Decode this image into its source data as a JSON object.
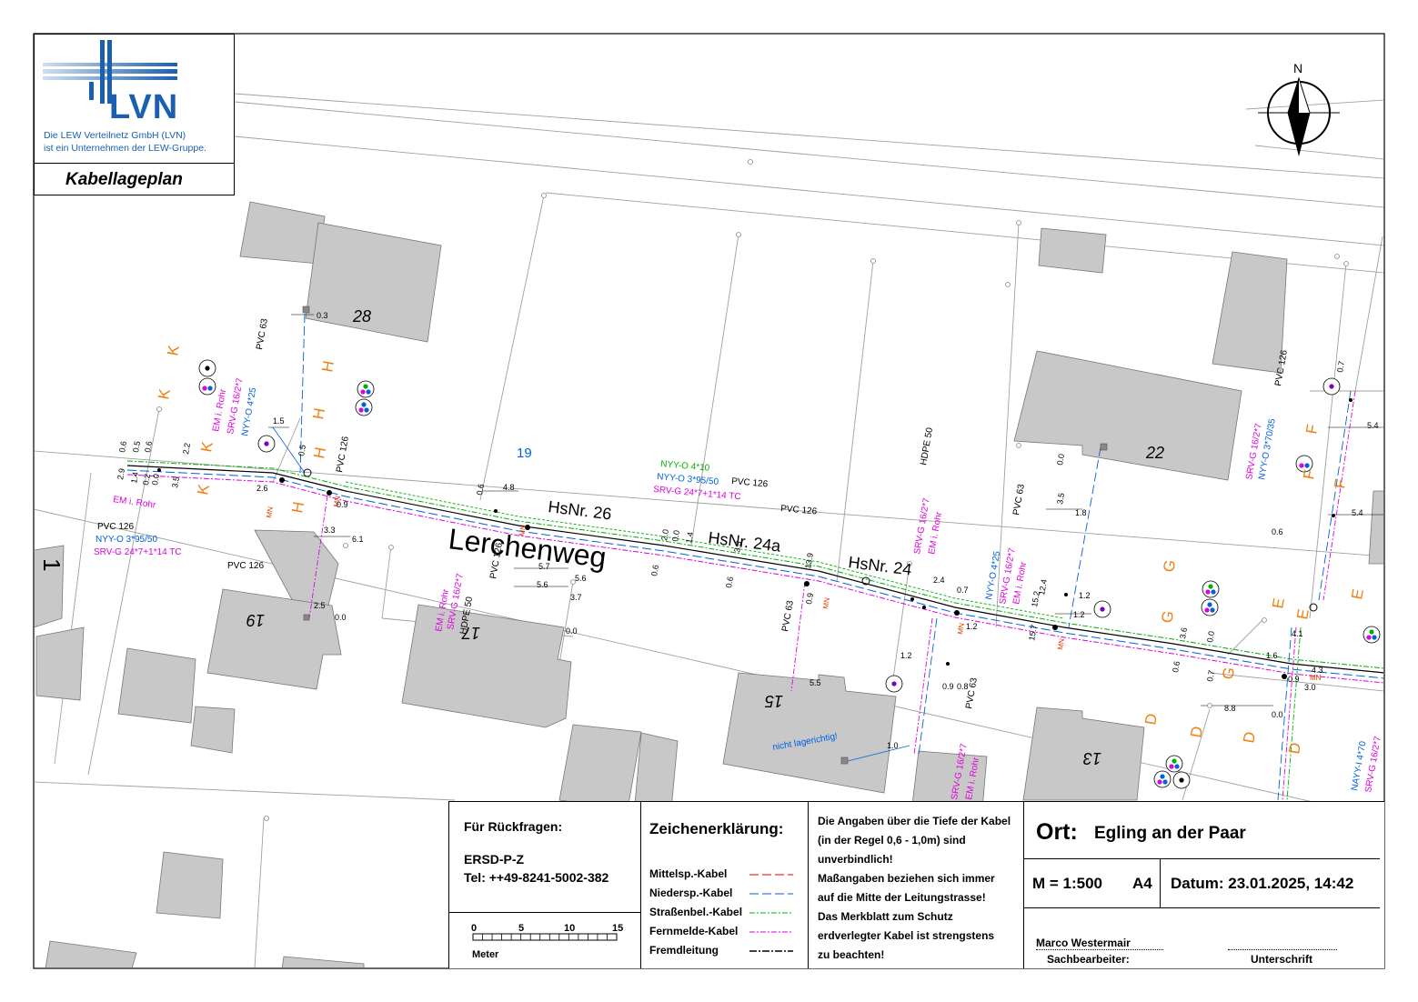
{
  "header": {
    "logo_text": "LVN",
    "company_line1": "Die LEW Verteilnetz GmbH (LVN)",
    "company_line2": "ist ein Unternehmen der LEW-Gruppe.",
    "doc_title": "Kabellageplan"
  },
  "compass": {
    "north": "N"
  },
  "map": {
    "street": "Lerchenweg",
    "house_labels": [
      "HsNr. 26",
      "HsNr. 24a",
      "HsNr. 24"
    ],
    "plot_numbers": [
      "28",
      "22",
      "19",
      "1",
      "19",
      "17",
      "15",
      "13"
    ],
    "plot_number_blue": "19",
    "cables": {
      "green": "NYY-O 4*10",
      "blue": "NYY-O 3*95/50",
      "magenta": "SRV-G 24*7+1*14 TC",
      "pvc126": "PVC 126",
      "pvc63": "PVC 63",
      "hdpe50": "HDPE 50",
      "em_rohr": "EM i. Rohr",
      "srvg16": "SRV-G 16/2*7",
      "nyyo425": "NYY-O 4*25",
      "nyyo370": "NYY-O 3*70/35",
      "nayy": "NAYY-I 4*70"
    },
    "left_block": [
      "PVC 126",
      "NYY-O 3*95/50",
      "SRV-G 24*7+1*14 TC"
    ],
    "note": "nicht lagerichtig!",
    "mn": "MN",
    "measures": [
      "0.3",
      "1.5",
      "0.5",
      "2.6",
      "0.9",
      "3.3",
      "6.1",
      "2.5",
      "0.0",
      "0.6",
      "4.8",
      "5.7",
      "5.6",
      "5.6",
      "3.7",
      "0.0",
      "2.0",
      "0.0",
      "1.4",
      "3.3",
      "0.6",
      "0.6",
      "13.9",
      "0.9",
      "5.5",
      "2.4",
      "0.7",
      "1.2",
      "1.2",
      "0.9",
      "0.8",
      "1.0",
      "15.2",
      "12.4",
      "1.2",
      "1.2",
      "15.7",
      "3.5",
      "1.8",
      "0.0",
      "3.6",
      "0.0",
      "0.6",
      "0.7",
      "1.6",
      "4.3",
      "3.0",
      "0.9",
      "8.8",
      "0.0",
      "4.1",
      "0.6",
      "5.4",
      "5.4",
      "0.7",
      "2.2",
      "0.6",
      "0.5",
      "0.6",
      "2.9",
      "1.4",
      "0.2",
      "0.0",
      "3.5"
    ],
    "station_letters": [
      "K",
      "K",
      "K",
      "K",
      "H",
      "H",
      "H",
      "H",
      "G",
      "G",
      "G",
      "F",
      "F",
      "F",
      "E",
      "E",
      "E",
      "D",
      "D",
      "D",
      "D"
    ]
  },
  "info_box": {
    "contact_title": "Für Rückfragen:",
    "contact_dept": "ERSD-P-Z",
    "contact_tel": "Tel: ++49-8241-5002-382",
    "scale_ticks": [
      "0",
      "5",
      "10",
      "15"
    ],
    "scale_unit": "Meter",
    "legend_title": "Zeichenerklärung:",
    "legend": [
      {
        "label": "Mittelsp.-Kabel",
        "color": "#e00000",
        "dash": "10,4"
      },
      {
        "label": "Niedersp.-Kabel",
        "color": "#0060e0",
        "dash": "10,4"
      },
      {
        "label": "Straßenbel.-Kabel",
        "color": "#00b000",
        "dash": "6,2,2,2"
      },
      {
        "label": "Fernmelde-Kabel",
        "color": "#e000e0",
        "dash": "6,2,2,2"
      },
      {
        "label": "Fremdleitung",
        "color": "#000000",
        "dash": "8,2,2,2"
      }
    ],
    "notice_lines": [
      "Die Angaben über die Tiefe der Kabel",
      "(in der Regel 0,6 - 1,0m) sind",
      "unverbindlich!",
      "Maßangaben beziehen sich immer",
      "auf die Mitte der Leitungstrasse!",
      "Das Merkblatt zum Schutz",
      "erdverlegter Kabel ist strengstens",
      "zu beachten!"
    ],
    "ort_label": "Ort:",
    "ort_value": "Egling an der Paar",
    "scale_text": "M = 1:500",
    "paper": "A4",
    "date_text": "Datum: 23.01.2025,  14:42",
    "editor_name": "Marco Westermair",
    "editor_label": "Sachbearbeiter:",
    "signature_label": "Unterschrift"
  },
  "colors": {
    "building": "#c8c8c8",
    "parcel_line": "#a0a0a0",
    "lvn_blue": "#1060b0",
    "orange": "#f08010",
    "magenta": "#e000e0",
    "blue_cable": "#0060e0",
    "green_cable": "#00b000"
  }
}
